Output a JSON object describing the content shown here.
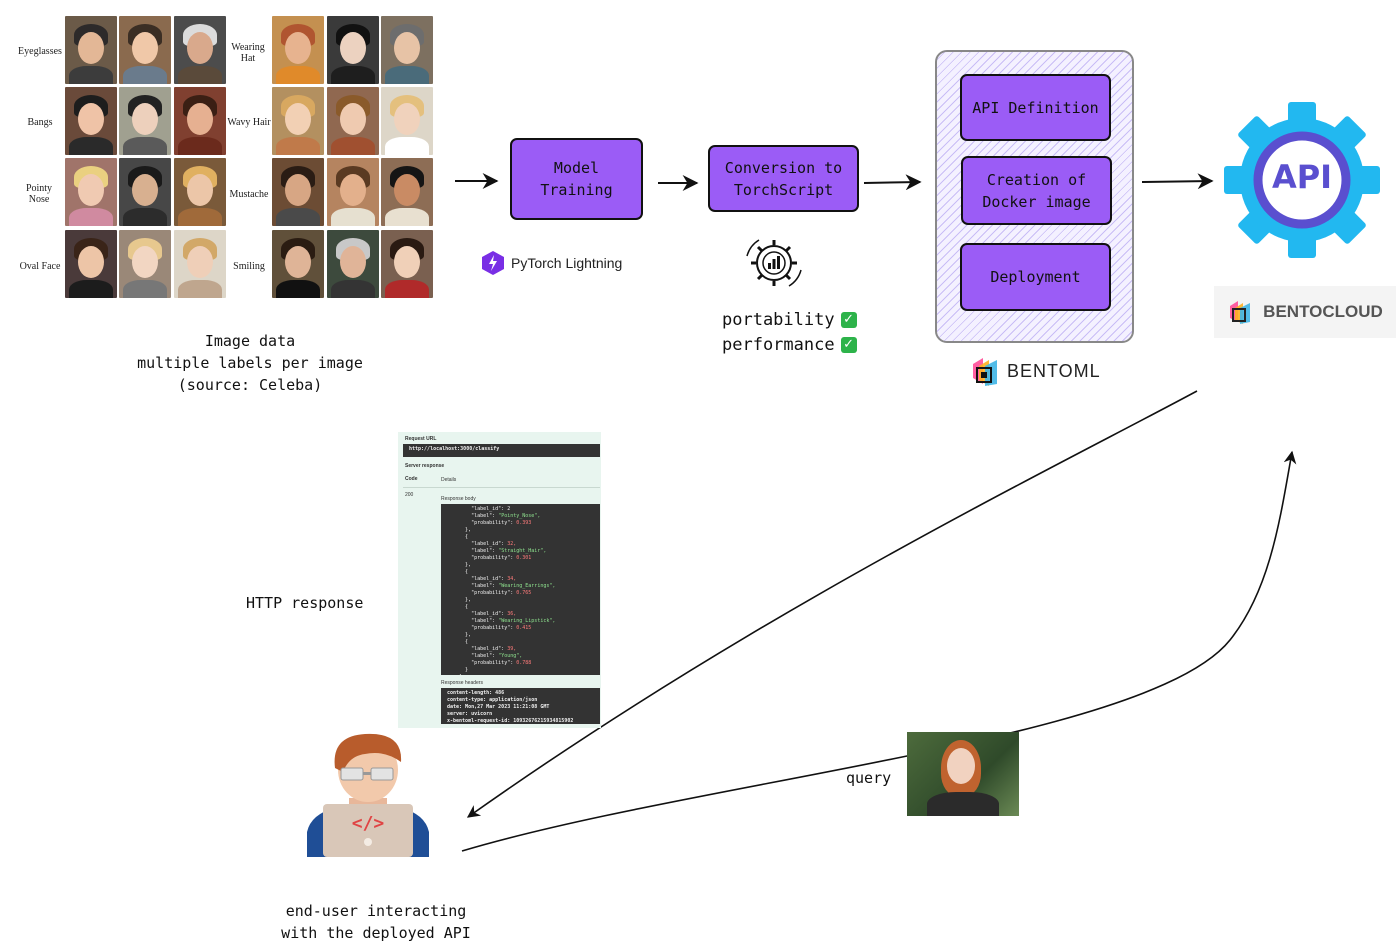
{
  "celeba": {
    "left_labels": [
      "Eyeglasses",
      "Bangs",
      "Pointy Nose",
      "Oval Face"
    ],
    "right_labels": [
      "Wearing Hat",
      "Wavy Hair",
      "Mustache",
      "Smiling"
    ],
    "caption": [
      "Image data",
      "multiple labels per image",
      "(source: Celeba)"
    ]
  },
  "pipeline": {
    "model_training": "Model Training",
    "pytorch_lightning": "PyTorch Lightning",
    "conversion": [
      "Conversion to",
      "TorchScript"
    ],
    "portability": "portability",
    "performance": "performance",
    "bento_steps": {
      "api_definition": "API Definition",
      "docker_image": [
        "Creation of",
        "Docker image"
      ],
      "deployment": "Deployment"
    },
    "bentoml": "BENTOML",
    "api_badge": "API",
    "bentocloud": "BENTOCLOUD"
  },
  "http": {
    "label": "HTTP response",
    "request_url_label": "Request URL",
    "request_url": "http://localhost:3000/classify",
    "server_response": "Server response",
    "code_header": "Code",
    "details_header": "Details",
    "code": "200",
    "response_body_label": "Response body",
    "body_lines": [
      [
        "        \"label_id\": 2",
        ""
      ],
      [
        "        \"label\": ",
        "\"Pointy_Nose\","
      ],
      [
        "        \"probability\": ",
        "0.393"
      ],
      [
        "      },",
        ""
      ],
      [
        "      {",
        ""
      ],
      [
        "        \"label_id\": ",
        "32,"
      ],
      [
        "        \"label\": ",
        "\"Straight_Hair\","
      ],
      [
        "        \"probability\": ",
        "0.301"
      ],
      [
        "      },",
        ""
      ],
      [
        "      {",
        ""
      ],
      [
        "        \"label_id\": ",
        "34,"
      ],
      [
        "        \"label\": ",
        "\"Wearing_Earrings\","
      ],
      [
        "        \"probability\": ",
        "0.765"
      ],
      [
        "      },",
        ""
      ],
      [
        "      {",
        ""
      ],
      [
        "        \"label_id\": ",
        "36,"
      ],
      [
        "        \"label\": ",
        "\"Wearing_Lipstick\","
      ],
      [
        "        \"probability\": ",
        "0.415"
      ],
      [
        "      },",
        ""
      ],
      [
        "      {",
        ""
      ],
      [
        "        \"label_id\": ",
        "39,"
      ],
      [
        "        \"label\": ",
        "\"Young\","
      ],
      [
        "        \"probability\": ",
        "0.788"
      ],
      [
        "      }",
        ""
      ],
      [
        "    ]",
        ""
      ]
    ],
    "response_headers_label": "Response headers",
    "header_lines": [
      "content-length: 486",
      "content-type: application/json",
      "date: Mon,27 Mar 2023 11:21:08 GMT",
      "server: uvicorn",
      "x-bentoml-request-id: 10932676215934815902"
    ]
  },
  "user": {
    "caption": [
      "end-user interacting",
      "with the deployed API"
    ],
    "query": "query"
  },
  "colors": {
    "process_purple": "#9b5cf6",
    "api_blue": "#22b8f0",
    "api_ring": "#5a4fcf"
  }
}
